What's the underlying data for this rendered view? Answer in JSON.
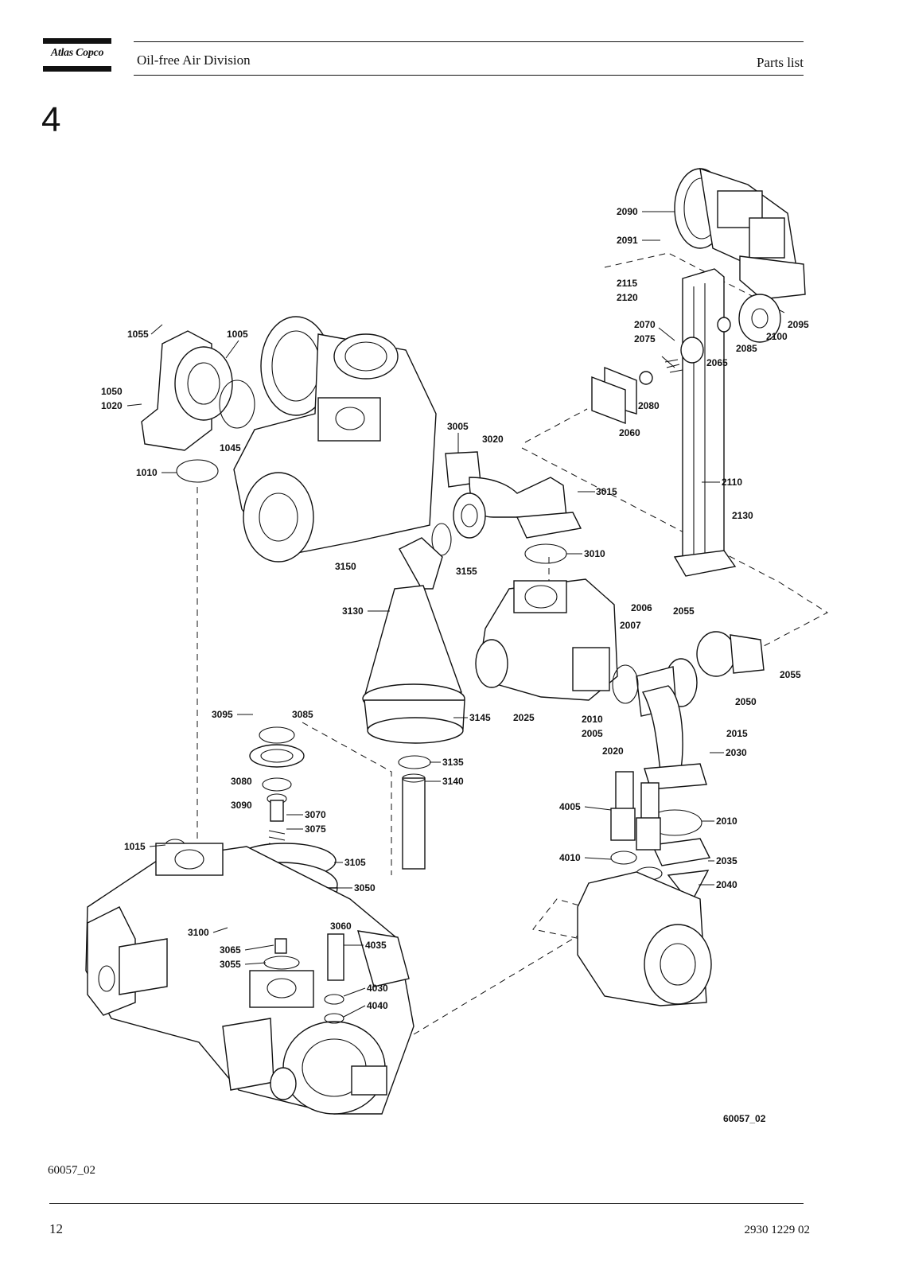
{
  "header": {
    "logo_text": "Atlas Copco",
    "division": "Oil-free Air Division",
    "document_type": "Parts list"
  },
  "section_number": "4",
  "figure": {
    "callouts": [
      "2090",
      "2091",
      "2115",
      "2120",
      "2070",
      "2075",
      "2095",
      "2100",
      "2085",
      "2065",
      "2080",
      "2060",
      "2110",
      "2130",
      "1055",
      "1005",
      "1050",
      "1020",
      "1045",
      "1010",
      "3005",
      "3020",
      "3015",
      "3010",
      "3150",
      "3155",
      "3130",
      "2006",
      "2007",
      "2055",
      "2055",
      "2050",
      "2025",
      "2010",
      "2005",
      "2015",
      "2020",
      "2030",
      "3145",
      "3095",
      "3085",
      "3135",
      "3140",
      "3080",
      "3090",
      "3070",
      "3075",
      "4005",
      "2010",
      "1015",
      "3105",
      "4010",
      "2035",
      "2040",
      "3050",
      "3100",
      "3060",
      "3065",
      "4035",
      "3055",
      "4030",
      "4040"
    ],
    "drawing_id": "60057_02"
  },
  "footer": {
    "figure_ref": "60057_02",
    "page_number": "12",
    "document_number": "2930 1229 02"
  }
}
